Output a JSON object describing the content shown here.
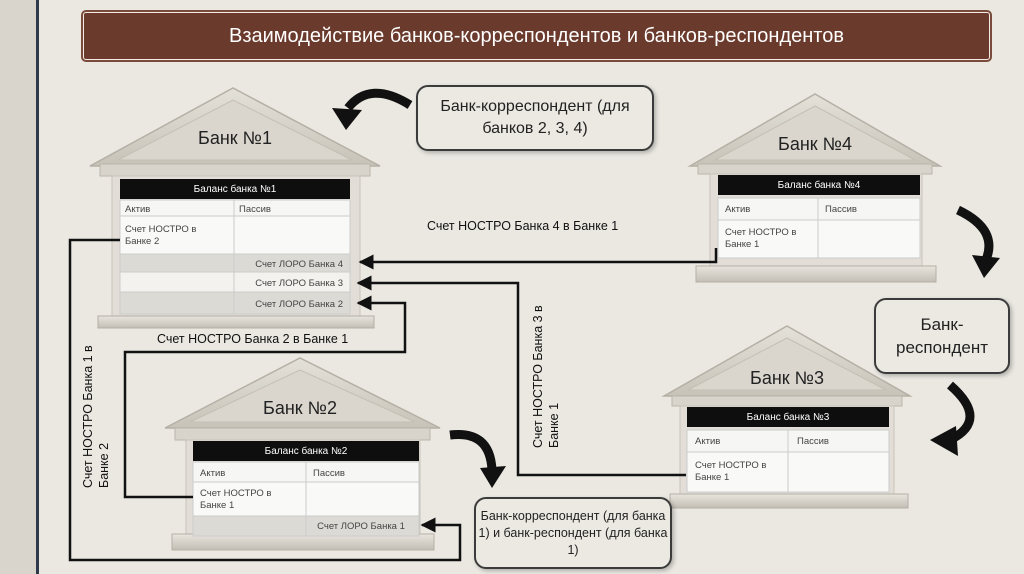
{
  "title": "Взаимодействие банков-корреспондентов и банков-респондентов",
  "colors": {
    "banner": "#6a3a2c",
    "background": "#ebe8e2",
    "header": "#0e0e0e"
  },
  "callouts": {
    "correspondent": "Банк-корреспондент (для банков 2, 3, 4)",
    "respondent": "Банк-респондент",
    "both": "Банк-корреспондент (для банка 1) и банк-респондент (для банка 1)"
  },
  "banks": {
    "bank1": {
      "name": "Банк №1",
      "balance": "Баланс банка №1",
      "active": "Актив",
      "passive": "Пассив",
      "asset": "Счет НОСТРО в Банке 2",
      "loro": [
        "Счет ЛОРО Банка 4",
        "Счет ЛОРО Банка 3",
        "Счет ЛОРО Банка 2"
      ]
    },
    "bank2": {
      "name": "Банк №2",
      "balance": "Баланс банка №2",
      "active": "Актив",
      "passive": "Пассив",
      "asset": "Счет НОСТРО в Банке 1",
      "loro": [
        "Счет ЛОРО Банка 1"
      ]
    },
    "bank3": {
      "name": "Банк №3",
      "balance": "Баланс банка №3",
      "active": "Актив",
      "passive": "Пассив",
      "asset": "Счет НОСТРО в Банке 1"
    },
    "bank4": {
      "name": "Банк №4",
      "balance": "Баланс банка №4",
      "active": "Актив",
      "passive": "Пассив",
      "asset": "Счет НОСТРО в Банке 1"
    }
  },
  "links": {
    "nostro4": "Счет НОСТРО Банка 4 в Банке 1",
    "nostro2": "Счет НОСТРО Банка 2 в Банке 1",
    "nostro3": "Счет НОСТРО Банка 3 в Банке 1",
    "nostro1": "Счет НОСТРО Банка 1 в Банке 2"
  }
}
